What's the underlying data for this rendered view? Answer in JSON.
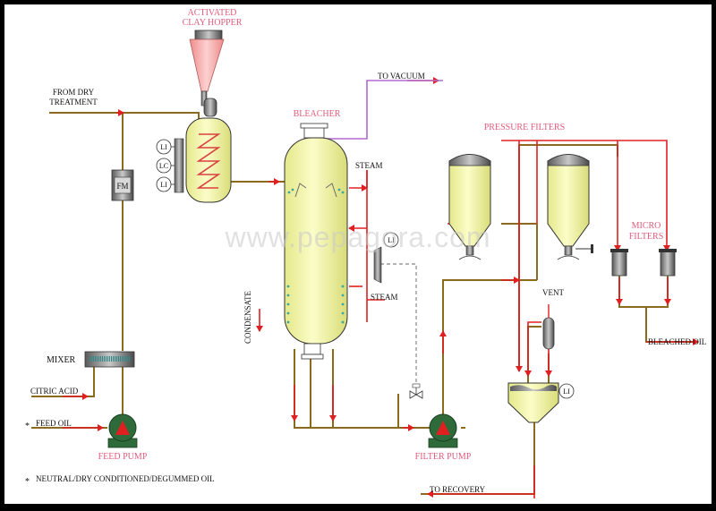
{
  "labels": {
    "hopper_line1": "ACTIVATED",
    "hopper_line2": "CLAY HOPPER",
    "from_dry_line1": "FROM DRY",
    "from_dry_line2": "TREATMENT",
    "fm": "FM",
    "bleacher": "BLEACHER",
    "to_vacuum": "TO VACUUM",
    "steam_top": "STEAM",
    "steam_bottom": "STEAM",
    "condensate": "CONDENSATE",
    "pressure_filters": "PRESSURE FILTERS",
    "micro_line1": "MICRO",
    "micro_line2": "FILTERS",
    "vent": "VENT",
    "bleached_oil": "BLEACHED OIL",
    "mixer": "MIXER",
    "citric_acid": "CITRIC ACID",
    "feed_oil": "FEED OIL",
    "feed_pump": "FEED PUMP",
    "filter_pump": "FILTER PUMP",
    "to_recovery": "TO RECOVERY",
    "footnote": "NEUTRAL/DRY CONDITIONED/DEGUMMED OIL",
    "asterisk": "*",
    "watermark": "www.pepagora.com"
  },
  "instruments": {
    "li": "LI",
    "lc": "LC"
  },
  "colors": {
    "background": "#000000",
    "canvas": "#ffffff",
    "pipe": "#8b6a1e",
    "steam_red": "#e02020",
    "vacuum_purple": "#b06ad0",
    "vessel_yellow": "#f2f5a0",
    "hopper_pink": "#f5a8a8",
    "pump_red": "#e02020",
    "pump_green": "#2f6b3a",
    "label_pink": "#e05b7c"
  }
}
